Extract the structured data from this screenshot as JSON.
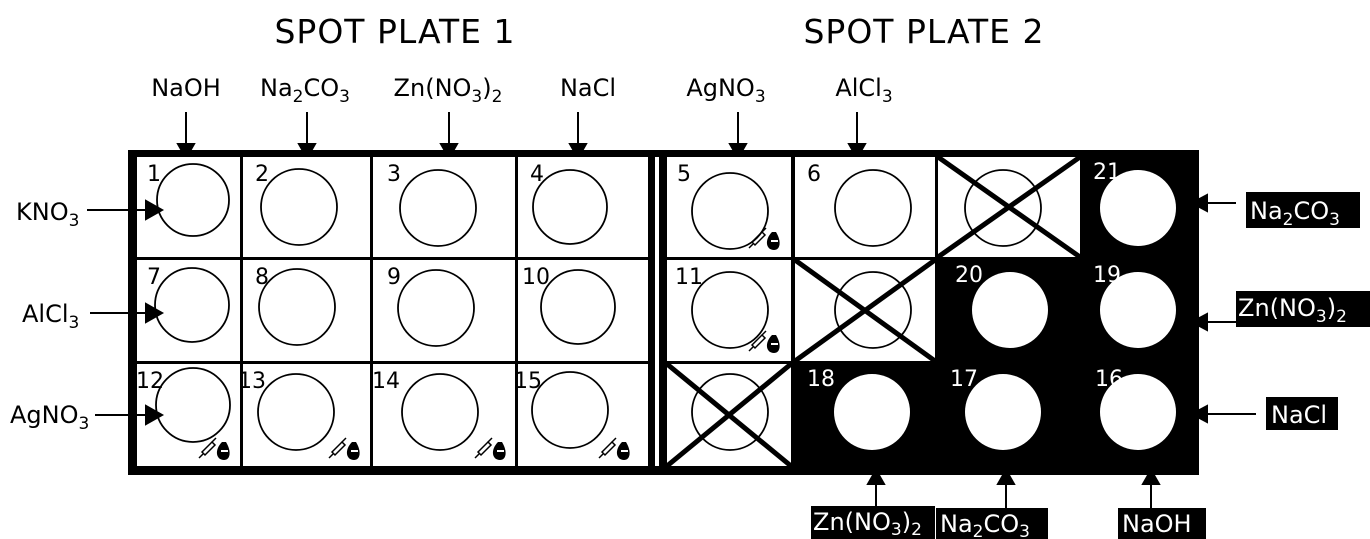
{
  "titles": {
    "plate1": "SPOT PLATE 1",
    "plate2": "SPOT PLATE 2"
  },
  "column_labels": {
    "plate1": [
      "NaOH",
      "Na2CO3",
      "Zn(NO3)2",
      "NaCl"
    ],
    "plate2": [
      "AgNO3",
      "AlCl3"
    ]
  },
  "row_labels_left": [
    "KNO3",
    "AlCl3",
    "AgNO3"
  ],
  "row_labels_right": [
    "Na2CO3",
    "Zn(NO3)2",
    "NaCl"
  ],
  "bottom_labels": [
    "Zn(NO3)2",
    "Na2CO3",
    "NaOH"
  ],
  "well_numbers": {
    "w1": "1",
    "w2": "2",
    "w3": "3",
    "w4": "4",
    "w5": "5",
    "w6": "6",
    "w7": "7",
    "w8": "8",
    "w9": "9",
    "w10": "10",
    "w11": "11",
    "w12": "12",
    "w13": "13",
    "w14": "14",
    "w15": "15",
    "w16": "16",
    "w17": "17",
    "w18": "18",
    "w19": "19",
    "w20": "20",
    "w21": "21"
  },
  "icons": {
    "dropper": "dropper-drop-icon"
  },
  "colors": {
    "ink": "#000000",
    "paper": "#ffffff"
  }
}
